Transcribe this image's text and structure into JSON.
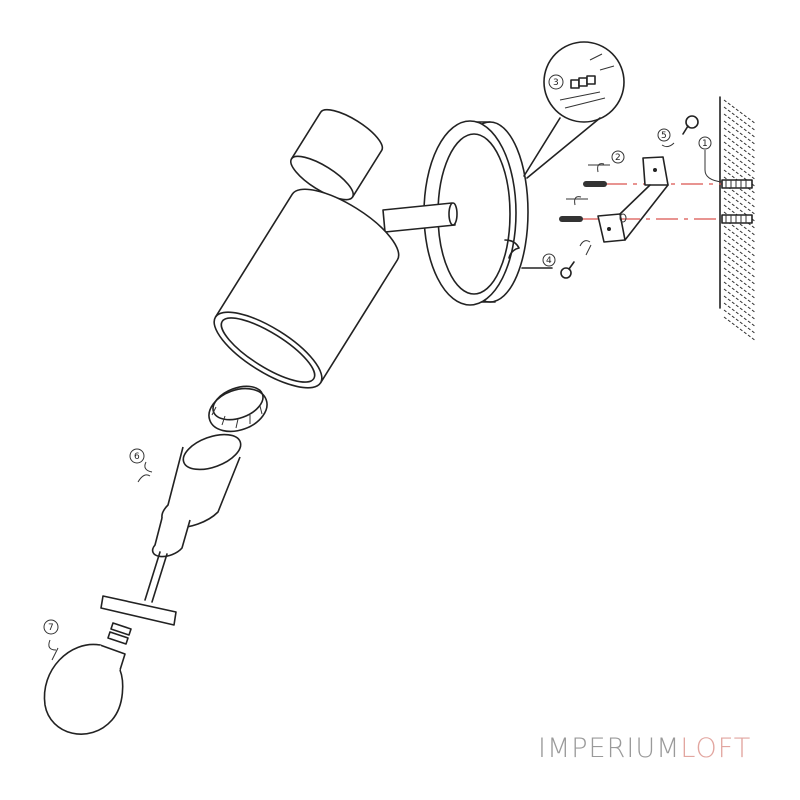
{
  "diagram": {
    "step_labels": [
      "1",
      "2",
      "3",
      "4",
      "5",
      "6",
      "7"
    ],
    "colors": {
      "lines": "#222222",
      "guide_lines": "#d9534f",
      "logo_primary": "#9a9a9a",
      "logo_accent": "#e2a6a0"
    }
  },
  "logo": {
    "part1": "IMPERIUM",
    "part2": "LOFT"
  }
}
